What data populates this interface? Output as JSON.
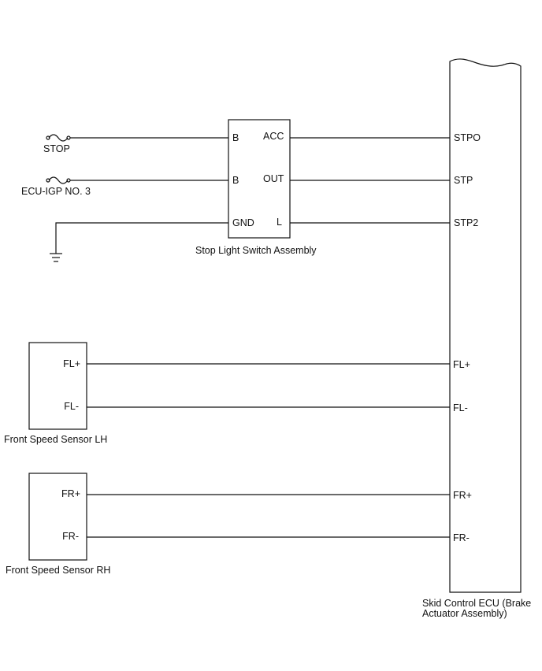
{
  "fuses": {
    "stop": "STOP",
    "ecu_igp": "ECU-IGP NO. 3"
  },
  "stop_light_switch": {
    "title": "Stop Light Switch Assembly",
    "pins_left": [
      "B",
      "B",
      "GND"
    ],
    "pins_right": [
      "ACC",
      "OUT",
      "L"
    ]
  },
  "front_speed_sensor_lh": {
    "title": "Front Speed Sensor LH",
    "pins": [
      "FL+",
      "FL-"
    ]
  },
  "front_speed_sensor_rh": {
    "title": "Front Speed Sensor RH",
    "pins": [
      "FR+",
      "FR-"
    ]
  },
  "skid_control_ecu": {
    "title_line1": "Skid Control ECU (Brake",
    "title_line2": "Actuator Assembly)",
    "pins": [
      "STPO",
      "STP",
      "STP2",
      "FL+",
      "FL-",
      "FR+",
      "FR-"
    ]
  }
}
